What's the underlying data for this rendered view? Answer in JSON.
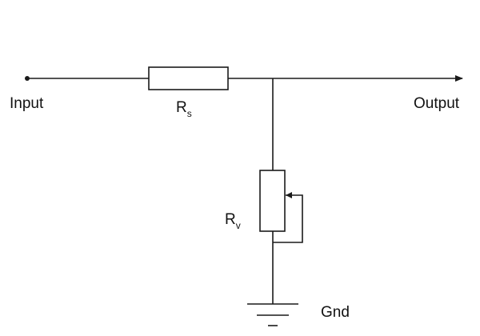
{
  "terminals": {
    "input_label": "Input",
    "output_label": "Output"
  },
  "components": {
    "series_resistor": {
      "symbol": "R",
      "subscript": "s"
    },
    "variable_resistor": {
      "symbol": "R",
      "subscript": "v"
    }
  },
  "ground": {
    "label": "Gnd"
  }
}
